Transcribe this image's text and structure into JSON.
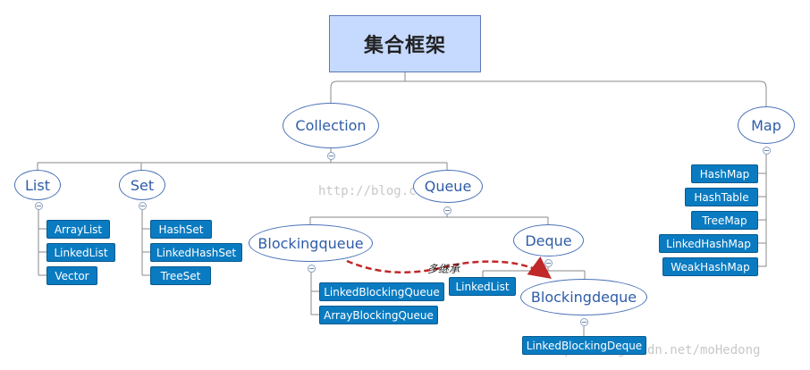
{
  "root": {
    "title": "集合框架"
  },
  "collection": {
    "label": "Collection",
    "list": {
      "label": "List",
      "children": [
        "ArrayList",
        "LinkedList",
        "Vector"
      ]
    },
    "set": {
      "label": "Set",
      "children": [
        "HashSet",
        "LinkedHashSet",
        "TreeSet"
      ]
    },
    "queue": {
      "label": "Queue",
      "blockingqueue": {
        "label": "Blockingqueue",
        "children": [
          "LinkedBlockingQueue",
          "ArrayBlockingQueue"
        ]
      },
      "deque": {
        "label": "Deque",
        "children": [
          "LinkedList"
        ],
        "blockingdeque": {
          "label": "Blockingdeque",
          "children": [
            "LinkedBlockingDeque"
          ]
        }
      }
    }
  },
  "map": {
    "label": "Map",
    "children": [
      "HashMap",
      "HashTable",
      "TreeMap",
      "LinkedHashMap",
      "WeakHashMap"
    ]
  },
  "annotation": {
    "text": "多继承",
    "arrow_color": "#c0282a"
  },
  "watermarks": {
    "top": "http://blog.csdn.net/",
    "bottom": "http://blog.csdn.net/moHedong"
  },
  "colors": {
    "leaf_fill": "#0a7bc1",
    "ellipse_text": "#2e5ca8",
    "root_fill": "#c6d9ff",
    "connector": "#8a8a8a"
  }
}
